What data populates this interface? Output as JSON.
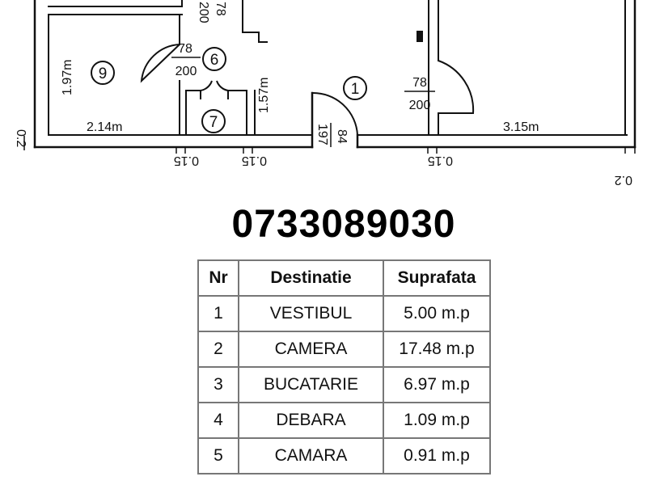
{
  "plan": {
    "door_labels": [
      {
        "top": "78",
        "bottom": "200"
      },
      {
        "top": "78",
        "bottom": "200"
      },
      {
        "top": "78",
        "bottom": "200"
      }
    ],
    "room_markers": [
      "9",
      "6",
      "7",
      "1"
    ],
    "dimensions": {
      "room9_height": "1.97m",
      "room9_width": "2.14m",
      "hall_height": "1.57m",
      "right_width": "3.15m",
      "door_vertical_a": "197",
      "door_vertical_b": "84",
      "side_left": "0.2",
      "side_right": "0.2",
      "wall_a": "0.15",
      "wall_b": "0.15",
      "wall_c": "0.15"
    }
  },
  "phone": "0733089030",
  "table": {
    "headers": [
      "Nr",
      "Destinatie",
      "Suprafata"
    ],
    "rows": [
      {
        "nr": "1",
        "dest": "VESTIBUL",
        "area": "5.00 m.p"
      },
      {
        "nr": "2",
        "dest": "CAMERA",
        "area": "17.48 m.p"
      },
      {
        "nr": "3",
        "dest": "BUCATARIE",
        "area": "6.97 m.p"
      },
      {
        "nr": "4",
        "dest": "DEBARA",
        "area": "1.09 m.p"
      },
      {
        "nr": "5",
        "dest": "CAMARA",
        "area": "0.91 m.p"
      }
    ]
  }
}
